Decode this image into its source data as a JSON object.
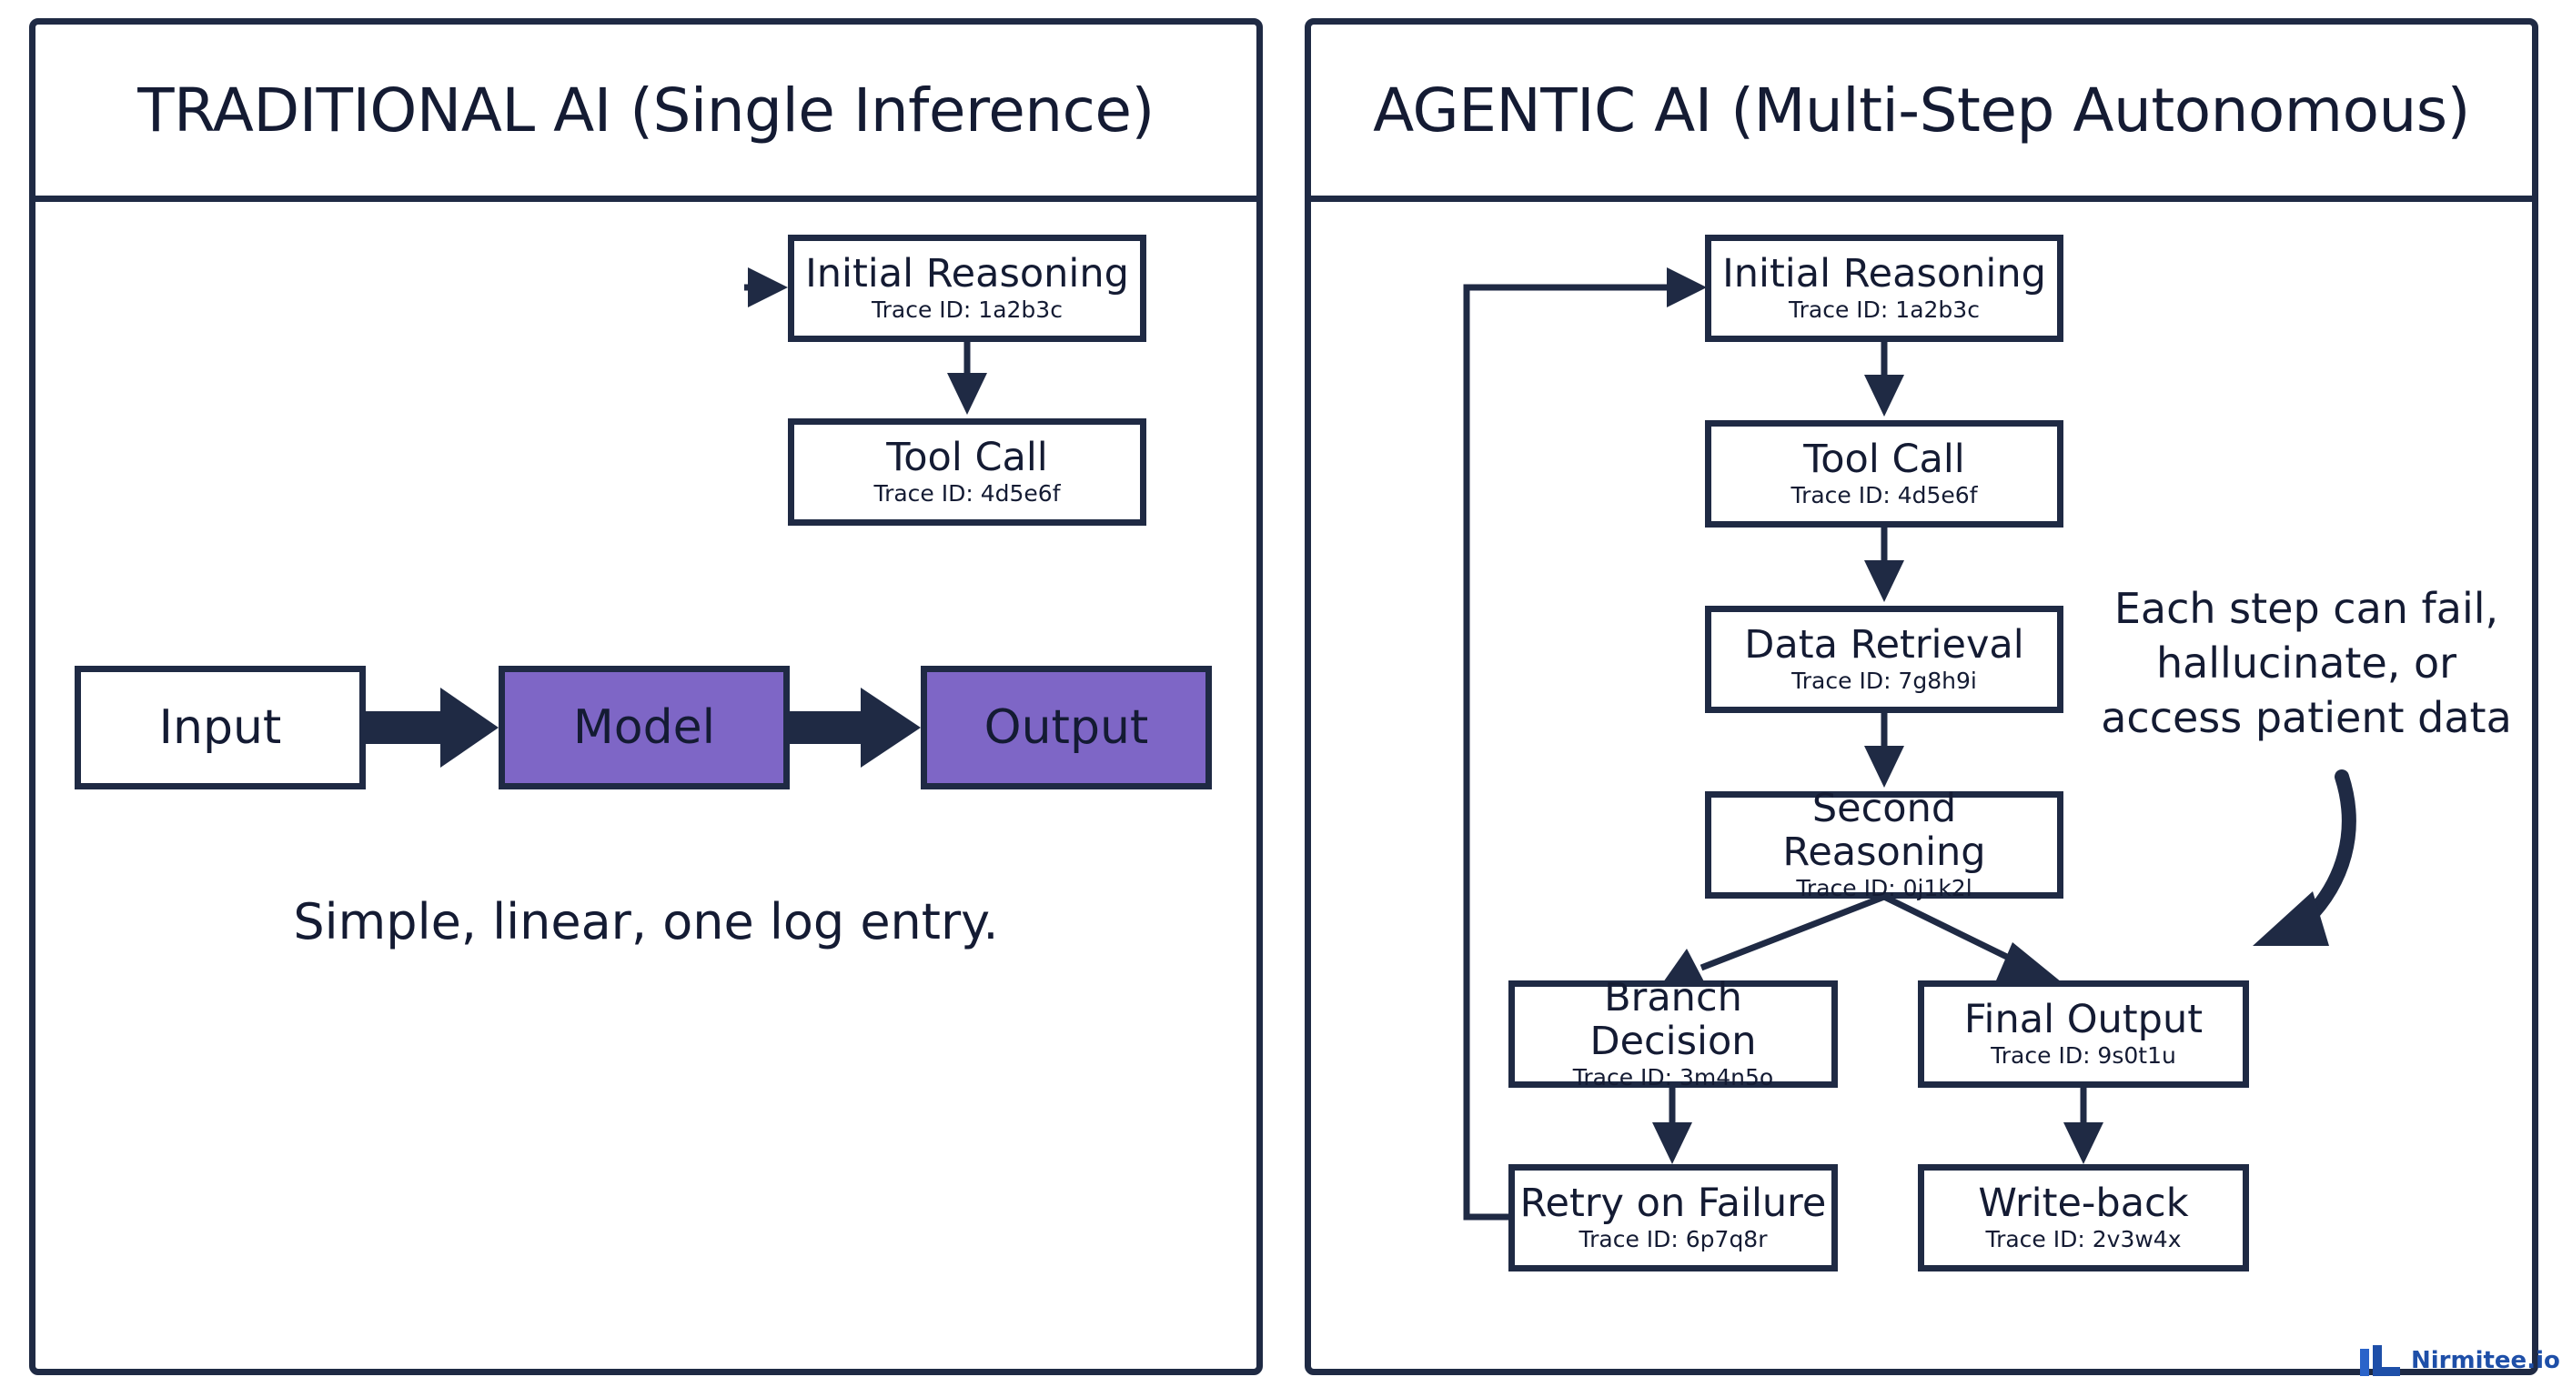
{
  "brand": {
    "accent": "#7e66c6",
    "line": "#1f2a44",
    "logo_color": "#2a63c9",
    "name": "Nirmitee.io"
  },
  "left_panel": {
    "title": "TRADITIONAL AI (Single Inference)",
    "nodes": {
      "initial_reasoning": {
        "label": "Initial Reasoning",
        "trace": "Trace ID: 1a2b3c"
      },
      "tool_call": {
        "label": "Tool Call",
        "trace": "Trace ID: 4d5e6f"
      },
      "input": {
        "label": "Input"
      },
      "model": {
        "label": "Model"
      },
      "output": {
        "label": "Output"
      }
    },
    "caption": "Simple, linear, one log entry."
  },
  "right_panel": {
    "title": "AGENTIC AI (Multi-Step Autonomous)",
    "nodes": {
      "initial_reasoning": {
        "label": "Initial Reasoning",
        "trace": "Trace ID: 1a2b3c"
      },
      "tool_call": {
        "label": "Tool Call",
        "trace": "Trace ID: 4d5e6f"
      },
      "data_retrieval": {
        "label": "Data Retrieval",
        "trace": "Trace ID: 7g8h9i"
      },
      "second_reasoning": {
        "label": "Second Reasoning",
        "trace": "Trace ID: 0j1k2l"
      },
      "branch_decision": {
        "label": "Branch Decision",
        "trace": "Trace ID: 3m4n5o"
      },
      "final_output": {
        "label": "Final Output",
        "trace": "Trace ID: 9s0t1u"
      },
      "retry_on_failure": {
        "label": "Retry on Failure",
        "trace": "Trace ID: 6p7q8r"
      },
      "write_back": {
        "label": "Write-back",
        "trace": "Trace ID: 2v3w4x"
      }
    },
    "note": [
      "Each step can fail,",
      "hallucinate, or",
      "access patient data"
    ]
  }
}
